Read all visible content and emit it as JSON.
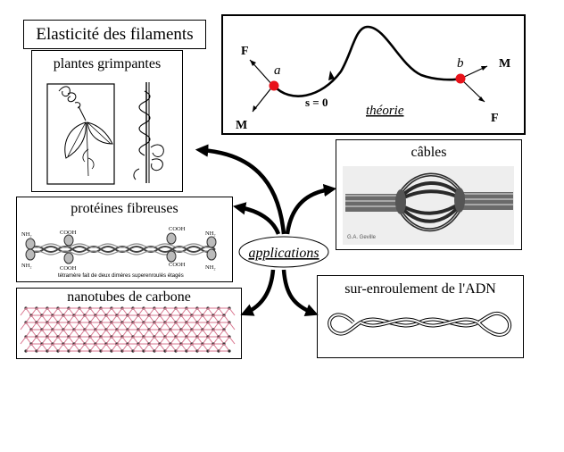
{
  "title": "Elasticité des filaments",
  "theory": {
    "label_F_left": "F",
    "label_M_left": "M",
    "label_a": "a",
    "label_s0": "s = 0",
    "label_b": "b",
    "label_M_right": "M",
    "label_F_right": "F",
    "caption": "théorie",
    "point_color": "#e8121a"
  },
  "center_label": "applications",
  "panels": {
    "plants": {
      "title": "plantes grimpantes"
    },
    "cables": {
      "title": "câbles",
      "photo_credit": "G.A. Geville"
    },
    "proteins": {
      "title": "protéines fibreuses",
      "nh2": "NH₂",
      "cooh": "COOH",
      "caption": "tétramère fait de deux dimères superenroulés étagés"
    },
    "nanotubes": {
      "title": "nanotubes de carbone",
      "bond_color": "#d9768f"
    },
    "dna": {
      "title": "sur-enroulement de l'ADN"
    }
  }
}
